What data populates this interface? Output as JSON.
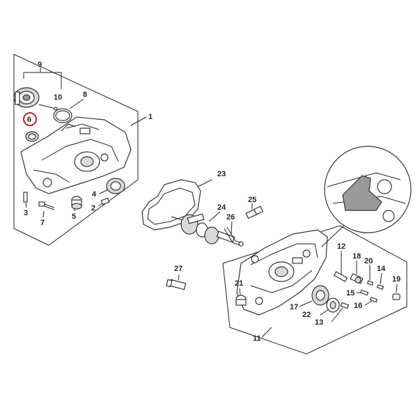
{
  "diagram": {
    "callouts": [
      "1",
      "2",
      "3",
      "4",
      "5",
      "6",
      "7",
      "8",
      "9",
      "10",
      "11",
      "12",
      "13",
      "14",
      "15",
      "16",
      "17",
      "18",
      "19",
      "20",
      "21",
      "22",
      "23",
      "24",
      "25",
      "26",
      "27"
    ],
    "highlighted_callout": "6",
    "highlight_color": "#cc1f2d",
    "line_color": "#222222",
    "detail_fill": "#9a9a9a"
  }
}
